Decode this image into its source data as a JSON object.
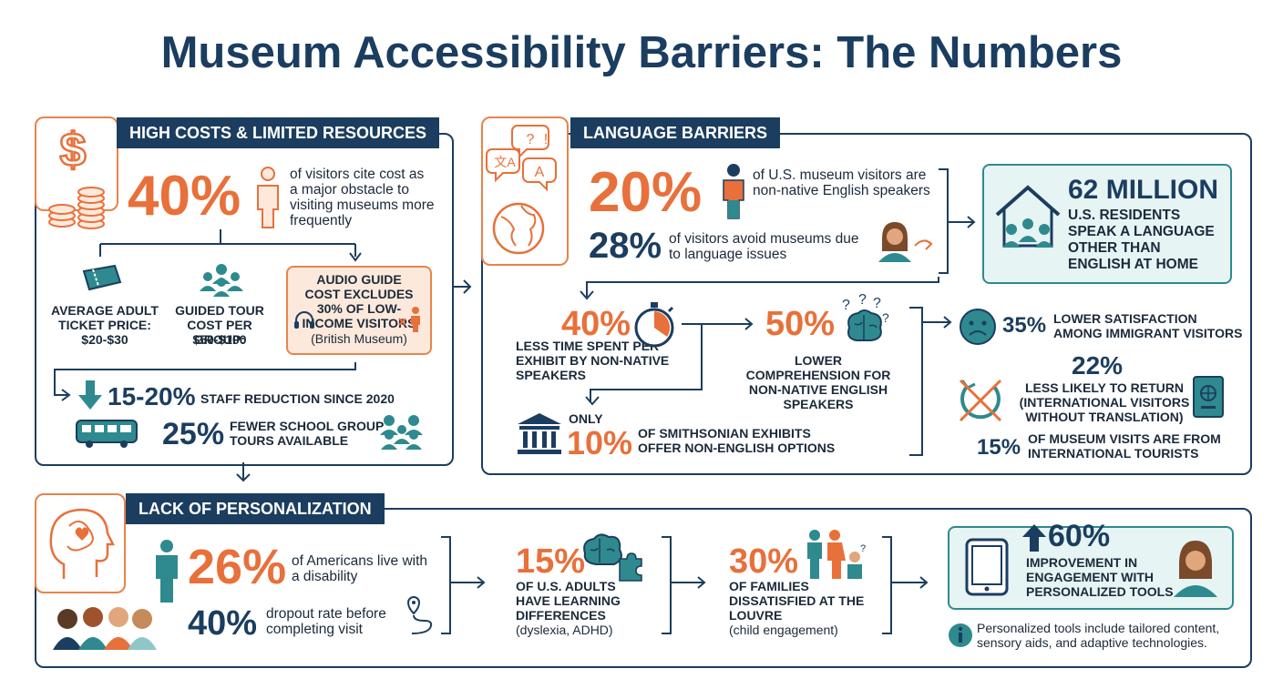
{
  "title": "Museum Accessibility Barriers: The Numbers",
  "colors": {
    "navy": "#1b3d5f",
    "orange": "#e8703a",
    "teal": "#2e8a8e",
    "light_teal": "#e6f4f4",
    "peach": "#fde9dc"
  },
  "costs": {
    "tab": "HIGH COSTS & LIMITED RESOURCES",
    "main_pct": "40%",
    "main_text": "of visitors cite cost as a major obstacle to visiting museums more frequently",
    "ticket_label": "AVERAGE ADULT TICKET PRICE:",
    "ticket_value": "$20-$30",
    "tour_label": "GUIDED TOUR COST PER GROUP:",
    "tour_value": "$50-$100",
    "audio_text": "AUDIO GUIDE COST EXCLUDES 30% OF LOW-INCOME VISITORS",
    "audio_source": "(British Museum)",
    "staff_pct": "15-20%",
    "staff_text": "STAFF REDUCTION SINCE 2020",
    "school_pct": "25%",
    "school_text": "FEWER SCHOOL GROUP TOURS AVAILABLE",
    "icons": [
      "dollar-icon",
      "coins-icon",
      "person-icon",
      "ticket-icon",
      "group-icon",
      "headphones-icon",
      "down-arrow-icon",
      "bus-icon",
      "students-icon"
    ]
  },
  "language": {
    "tab": "LANGUAGE BARRIERS",
    "nonnative_pct": "20%",
    "nonnative_text": "of U.S. museum visitors are non-native English speakers",
    "avoid_pct": "28%",
    "avoid_text": "of visitors avoid museums due to language issues",
    "million_value": "62 MILLION",
    "million_text": "U.S. RESIDENTS SPEAK A LANGUAGE OTHER THAN   ENGLISH AT HOME",
    "time_pct": "40%",
    "time_text": "LESS TIME SPENT PER EXHIBIT BY NON-NATIVE SPEAKERS",
    "comp_pct": "50%",
    "comp_text": "LOWER COMPREHENSION FOR NON-NATIVE ENGLISH SPEAKERS",
    "only_label": "ONLY",
    "smith_pct": "10%",
    "smith_text": "OF SMITHSONIAN EXHIBITS OFFER NON-ENGLISH OPTIONS",
    "sat_pct": "35%",
    "sat_text": "LOWER SATISFACTION AMONG IMMIGRANT VISITORS",
    "return_pct": "22%",
    "return_text": "LESS LIKELY TO RETURN (INTERNATIONAL VISITORS WITHOUT TRANSLATION)",
    "intl_pct": "15%",
    "intl_text": "OF MUSEUM VISITS ARE FROM INTERNATIONAL TOURISTS",
    "icons": [
      "speech-bubbles-icon",
      "globe-icon",
      "person-icon",
      "woman-icon",
      "house-icon",
      "stopwatch-icon",
      "brain-icon",
      "museum-building-icon",
      "sad-face-icon",
      "no-return-icon",
      "passport-icon"
    ]
  },
  "personal": {
    "tab": "LACK OF PERSONALIZATION",
    "disability_pct": "26%",
    "disability_text": "of Americans live with a disability",
    "dropout_pct": "40%",
    "dropout_text": "dropout rate before completing visit",
    "learning_pct": "15%",
    "learning_text": "OF U.S. ADULTS HAVE LEARNING DIFFERENCES",
    "learning_note": "(dyslexia, ADHD)",
    "family_pct": "30%",
    "family_text": "OF FAMILIES DISSATISFIED AT THE LOUVRE",
    "family_note": "(child engagement)",
    "engage_pct": "60%",
    "engage_text": "IMPROVEMENT IN ENGAGEMENT WITH PERSONALIZED TOOLS",
    "info_text": "Personalized tools include tailored content, sensory aids, and adaptive technologies.",
    "icons": [
      "head-heart-icon",
      "person-icon",
      "people-group-icon",
      "route-icon",
      "brain-puzzle-icon",
      "family-icon",
      "tablet-icon",
      "woman-icon",
      "info-icon"
    ]
  }
}
